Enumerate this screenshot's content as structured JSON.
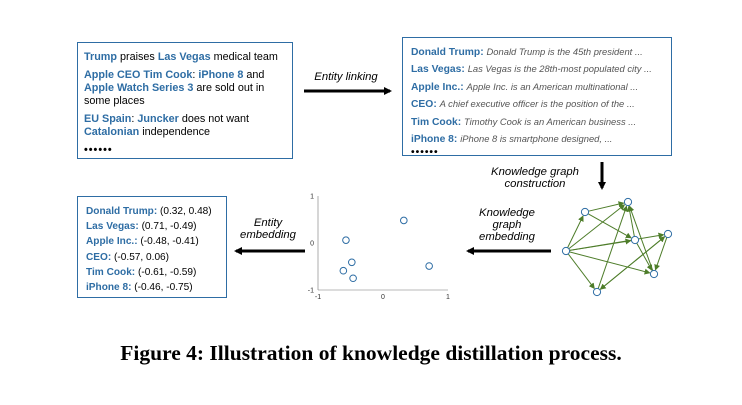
{
  "news_items": [
    {
      "parts": [
        {
          "text": "Trump",
          "hl": true
        },
        {
          "text": " praises ",
          "hl": false
        },
        {
          "text": "Las Vegas",
          "hl": true
        },
        {
          "text": " medical team",
          "hl": false
        }
      ]
    },
    {
      "parts": [
        {
          "text": "Apple CEO Tim Cook",
          "hl": true
        },
        {
          "text": ": ",
          "hl": false
        },
        {
          "text": "iPhone 8",
          "hl": true
        },
        {
          "text": " and ",
          "hl": false
        },
        {
          "text": "Apple Watch Series 3",
          "hl": true
        },
        {
          "text": " are sold out in some places",
          "hl": false
        }
      ]
    },
    {
      "parts": [
        {
          "text": "EU Spain",
          "hl": true
        },
        {
          "text": ": ",
          "hl": false
        },
        {
          "text": "Juncker",
          "hl": true
        },
        {
          "text": " does not want ",
          "hl": false
        },
        {
          "text": "Catalonian",
          "hl": true
        },
        {
          "text": " independence",
          "hl": false
        }
      ]
    }
  ],
  "ellipsis": "••••••",
  "entity_descriptions": [
    {
      "entity": "Donald Trump:",
      "desc": "Donald Trump is the 45th president ..."
    },
    {
      "entity": "Las Vegas:",
      "desc": "Las Vegas is the 28th-most populated city ..."
    },
    {
      "entity": "Apple Inc.:",
      "desc": "Apple Inc. is an American multinational ..."
    },
    {
      "entity": "CEO:",
      "desc": "A chief executive officer is the position of  the ..."
    },
    {
      "entity": "Tim Cook:",
      "desc": "Timothy Cook is an American business ..."
    },
    {
      "entity": "iPhone 8:",
      "desc": "iPhone 8 is smartphone designed, ..."
    }
  ],
  "embeddings": [
    {
      "entity": "Donald Trump:",
      "vec": "(0.32, 0.48)"
    },
    {
      "entity": "Las Vegas:",
      "vec": "(0.71, -0.49)"
    },
    {
      "entity": "Apple Inc.:",
      "vec": "(-0.48, -0.41)"
    },
    {
      "entity": "CEO:",
      "vec": "(-0.57, 0.06)"
    },
    {
      "entity": "Tim Cook:",
      "vec": "(-0.61, -0.59)"
    },
    {
      "entity": "iPhone 8:",
      "vec": "(-0.46, -0.75)"
    }
  ],
  "labels": {
    "entity_linking": "Entity linking",
    "kg_construction_1": "Knowledge graph",
    "kg_construction_2": "construction",
    "kg_embedding_1": "Knowledge",
    "kg_embedding_2": "graph",
    "kg_embedding_3": "embedding",
    "entity_embedding_1": "Entity",
    "entity_embedding_2": "embedding"
  },
  "scatter": {
    "x_ticks": [
      "-1",
      "0",
      "1"
    ],
    "y_ticks": [
      "1",
      "0",
      "-1"
    ],
    "points": [
      [
        0.32,
        0.48
      ],
      [
        0.71,
        -0.49
      ],
      [
        -0.48,
        -0.41
      ],
      [
        -0.57,
        0.06
      ],
      [
        -0.61,
        -0.59
      ],
      [
        -0.46,
        -0.75
      ]
    ]
  },
  "graph": {
    "nodes": [
      [
        0,
        0
      ],
      [
        1,
        0
      ],
      [
        2,
        0
      ],
      [
        3,
        0
      ],
      [
        4,
        0
      ],
      [
        5,
        0
      ],
      [
        6,
        0
      ]
    ],
    "edges": [
      [
        0,
        1
      ],
      [
        0,
        2
      ],
      [
        0,
        4
      ],
      [
        0,
        5
      ],
      [
        0,
        6
      ],
      [
        1,
        2
      ],
      [
        1,
        3
      ],
      [
        3,
        2
      ],
      [
        3,
        5
      ],
      [
        4,
        5
      ],
      [
        4,
        6
      ],
      [
        5,
        2
      ],
      [
        6,
        2
      ],
      [
        0,
        3
      ],
      [
        6,
        4
      ]
    ]
  },
  "colors": {
    "accent": "#2e6da4",
    "graph": "#4e7d2a"
  },
  "caption": "Figure 4: Illustration of knowledge distillation process."
}
